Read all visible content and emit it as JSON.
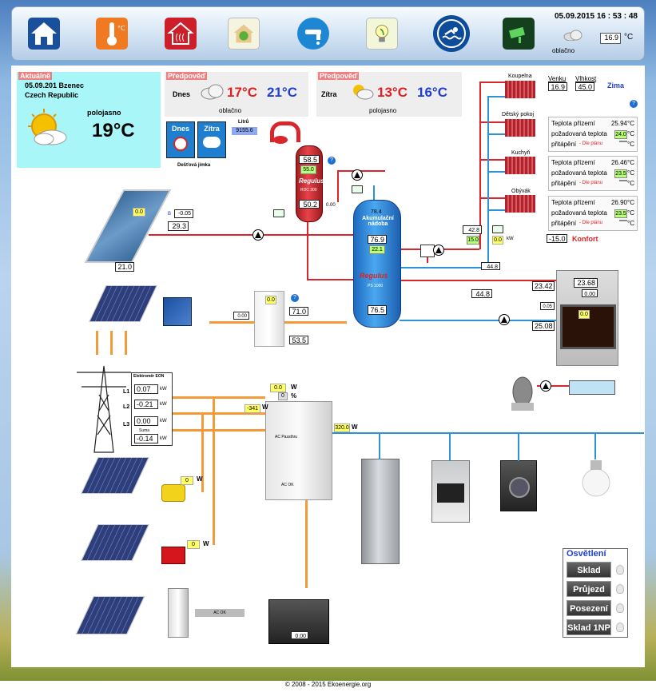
{
  "header": {
    "datetime": "05.09.2015 16 : 53 : 48",
    "temp": "16.9",
    "temp_unit": "°C",
    "weather": "oblačno"
  },
  "toolbar": {
    "buttons": [
      "home-icon",
      "thermometer-icon",
      "house-heat-icon",
      "eco-house-icon",
      "water-tap-icon",
      "bulb-icon",
      "swimmer-icon",
      "camera-icon"
    ]
  },
  "current": {
    "tag": "Aktuálně",
    "date": "05.09.201 Bzenec",
    "country": "Czech Republic",
    "condition": "polojasno",
    "temp": "19°C"
  },
  "forecast_today": {
    "tag": "Předpověď",
    "day": "Dnes",
    "low": "17°C",
    "high": "21°C",
    "condition": "oblačno"
  },
  "forecast_tomorrow": {
    "tag": "Předpověď",
    "day": "Zítra",
    "low": "13°C",
    "high": "16°C",
    "condition": "polojasno"
  },
  "rain": {
    "today": "Dnes",
    "tomorrow": "Zítra",
    "label": "Dešťová jímka",
    "litry_label": "Litrů",
    "litry": "9155.6"
  },
  "boiler": {
    "top": "58.5",
    "mid": "55.0",
    "bottom": "50.2",
    "brand": "Regulus",
    "model": "RDC 300",
    "side": "0.00"
  },
  "tank": {
    "top": "78.4",
    "name": "Akumulační nádoba",
    "mid": "76.9",
    "mid2": "22.1",
    "brand": "Regulus",
    "model": "PS 1000",
    "bottom": "76.5"
  },
  "solar": {
    "power": "0.0",
    "b": "B",
    "flow": "-0.05",
    "collector": "29.3",
    "return": "21.0"
  },
  "heating_out": {
    "supply": "42.8",
    "pump_val": "15.0",
    "kw": "0.0",
    "kw_unit": "kW",
    "ret": "44.8"
  },
  "outdoor": {
    "venku_label": "Venku",
    "venku": "16.9",
    "vlhkost_label": "Vlhkost",
    "vlhkost": "45.0",
    "season": "Zima"
  },
  "rooms": [
    {
      "name": "Koupelna"
    },
    {
      "name": "Dětský pokoj",
      "t_label": "Teplota přízemí",
      "t": "25.94",
      "req_label": "požadovaná teplota",
      "req": "24.0",
      "heat_label": "přitápění",
      "heat_note": "- Dle plánu",
      "unit": "°C"
    },
    {
      "name": "Kuchyň",
      "t_label": "Teplota přízemí",
      "t": "26.46",
      "req_label": "požadovaná teplota",
      "req": "23.5",
      "heat_label": "přitápění",
      "heat_note": "- Dle plánu",
      "unit": "°C"
    },
    {
      "name": "Obývák",
      "t_label": "Teplota přízemí",
      "t": "26.90",
      "req_label": "požadovaná teplota",
      "req": "23.5",
      "heat_label": "přitápění",
      "heat_note": "- Dle plánu",
      "unit": "°C"
    }
  ],
  "comfort": {
    "value": "-15.0",
    "label": "Konfort"
  },
  "fireplace": {
    "temp": "23.68",
    "val": "0.00",
    "supply": "23.42",
    "ret": "25.08",
    "mid": "0.05",
    "pipe": "44.8",
    "power": "0.0"
  },
  "heatpump": {
    "power": "0.0",
    "in": "0.00",
    "out": "71.0",
    "bottom": "53.5"
  },
  "meter": {
    "title": "Elektroměr EON",
    "l1": "0.07",
    "l2": "-0.21",
    "l3": "0.00",
    "sum_label": "Suma",
    "sum": "-0.14",
    "unit": "kW",
    "labels": [
      "L1",
      "L2",
      "L3"
    ]
  },
  "inverter": {
    "w": "0.0",
    "w_unit": "W",
    "pct": "0",
    "pct_unit": "%",
    "grid": "-341",
    "grid_unit": "W",
    "out": "320.0",
    "out_unit": "W",
    "label": "AC Passthru",
    "status": "AC OK"
  },
  "micro1": {
    "w": "0",
    "unit": "W"
  },
  "micro2": {
    "w": "0",
    "unit": "W"
  },
  "charger": {
    "status": "AC OK"
  },
  "battery": {
    "val": "0.00"
  },
  "lighting": {
    "title": "Osvětlení",
    "buttons": [
      "Sklad",
      "Průjezd",
      "Posezení",
      "Sklad 1NP"
    ]
  },
  "footer": "© 2008 - 2015 Ekoenergie.org",
  "colors": {
    "hot": "#d9262c",
    "cold": "#2b93d6",
    "power": "#f39b3a",
    "toolbar": "#cfe0f2"
  }
}
